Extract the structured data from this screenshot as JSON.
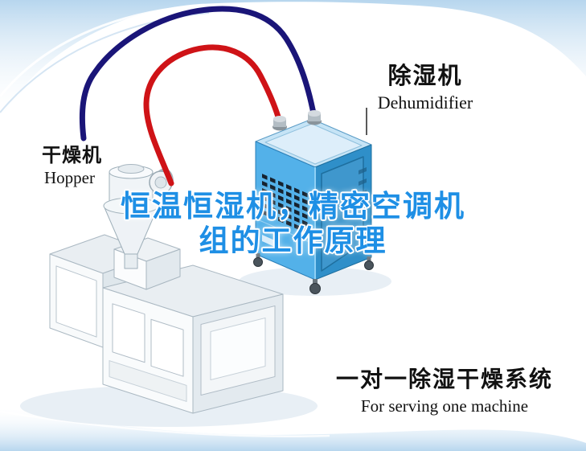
{
  "page": {
    "background": "#ffffff"
  },
  "labels": {
    "dryer": {
      "cn": "干燥机",
      "en": "Hopper"
    },
    "dehumidifier": {
      "cn": "除湿机",
      "en": "Dehumidifier"
    },
    "title": {
      "line1": "恒温恒湿机，精密空调机",
      "line2": "组的工作原理"
    },
    "caption": {
      "cn": "一对一除湿干燥系统",
      "en": "For serving one machine"
    }
  },
  "colors": {
    "title_text": "#1e8fe5",
    "label_text": "#111111",
    "hose_red": "#cf1317",
    "hose_blue": "#1a1578",
    "cabinet_front": "#53b1e9",
    "cabinet_side": "#2f8fc9",
    "cabinet_top": "#c6e4f6",
    "cabinet_vent": "#16222e",
    "machine_body": "#f8fafb",
    "background_wave": "#b7d6ee"
  },
  "illustration": {
    "parts": [
      {
        "name": "extruder-machine-icon"
      },
      {
        "name": "hopper-dryer-icon"
      },
      {
        "name": "dehumidifier-cabinet-icon"
      },
      {
        "name": "red-hose-icon"
      },
      {
        "name": "blue-hose-icon"
      }
    ]
  }
}
